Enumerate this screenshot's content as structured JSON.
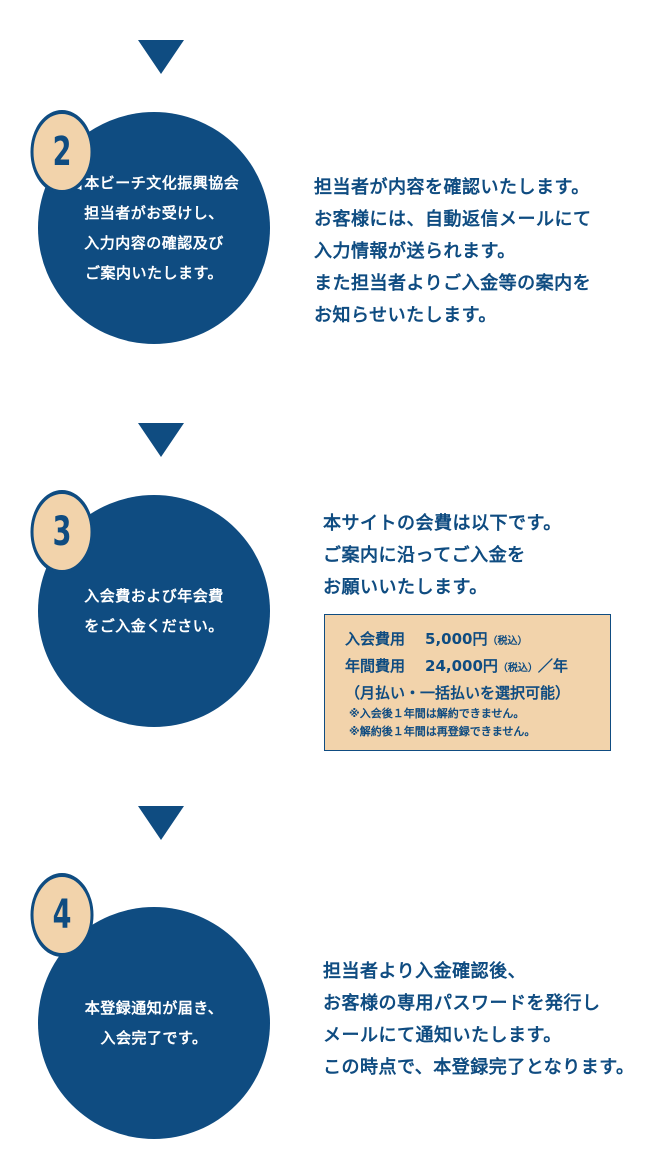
{
  "steps": [
    {
      "number": "2",
      "circle_text": "日本ビーチ文化振興協会\n担当者がお受けし、\n入力内容の確認及び\nご案内いたします。",
      "description": "担当者が内容を確認いたします。\nお客様には、自動返信メールにて\n入力情報が送られます。\nまた担当者よりご入金等の案内を\nお知らせいたします。"
    },
    {
      "number": "3",
      "circle_text": "入会費および年会費\nをご入金ください。",
      "description": "本サイトの会費は以下です。\nご案内に沿ってご入金を\nお願いいたします。"
    },
    {
      "number": "4",
      "circle_text": "本登録通知が届き、\n入会完了です。",
      "description": "担当者より入金確認後、\nお客様の専用パスワードを発行し\nメールにて通知いたします。\nこの時点で、本登録完了となります。"
    }
  ],
  "fees": {
    "entry_label": "入会費用",
    "entry_amount": "5,000円",
    "tax_label": "（税込）",
    "annual_label": "年間費用",
    "annual_amount": "24,000円",
    "annual_suffix": "／年",
    "payment_options": "（月払い・一括払いを選択可能）",
    "notes": [
      "※入会後１年間は解約できません。",
      "※解約後１年間は再登録できません。"
    ]
  },
  "colors": {
    "primary": "#0f4c81",
    "accent": "#f2d3ab",
    "text_on_primary": "#ffffff"
  }
}
